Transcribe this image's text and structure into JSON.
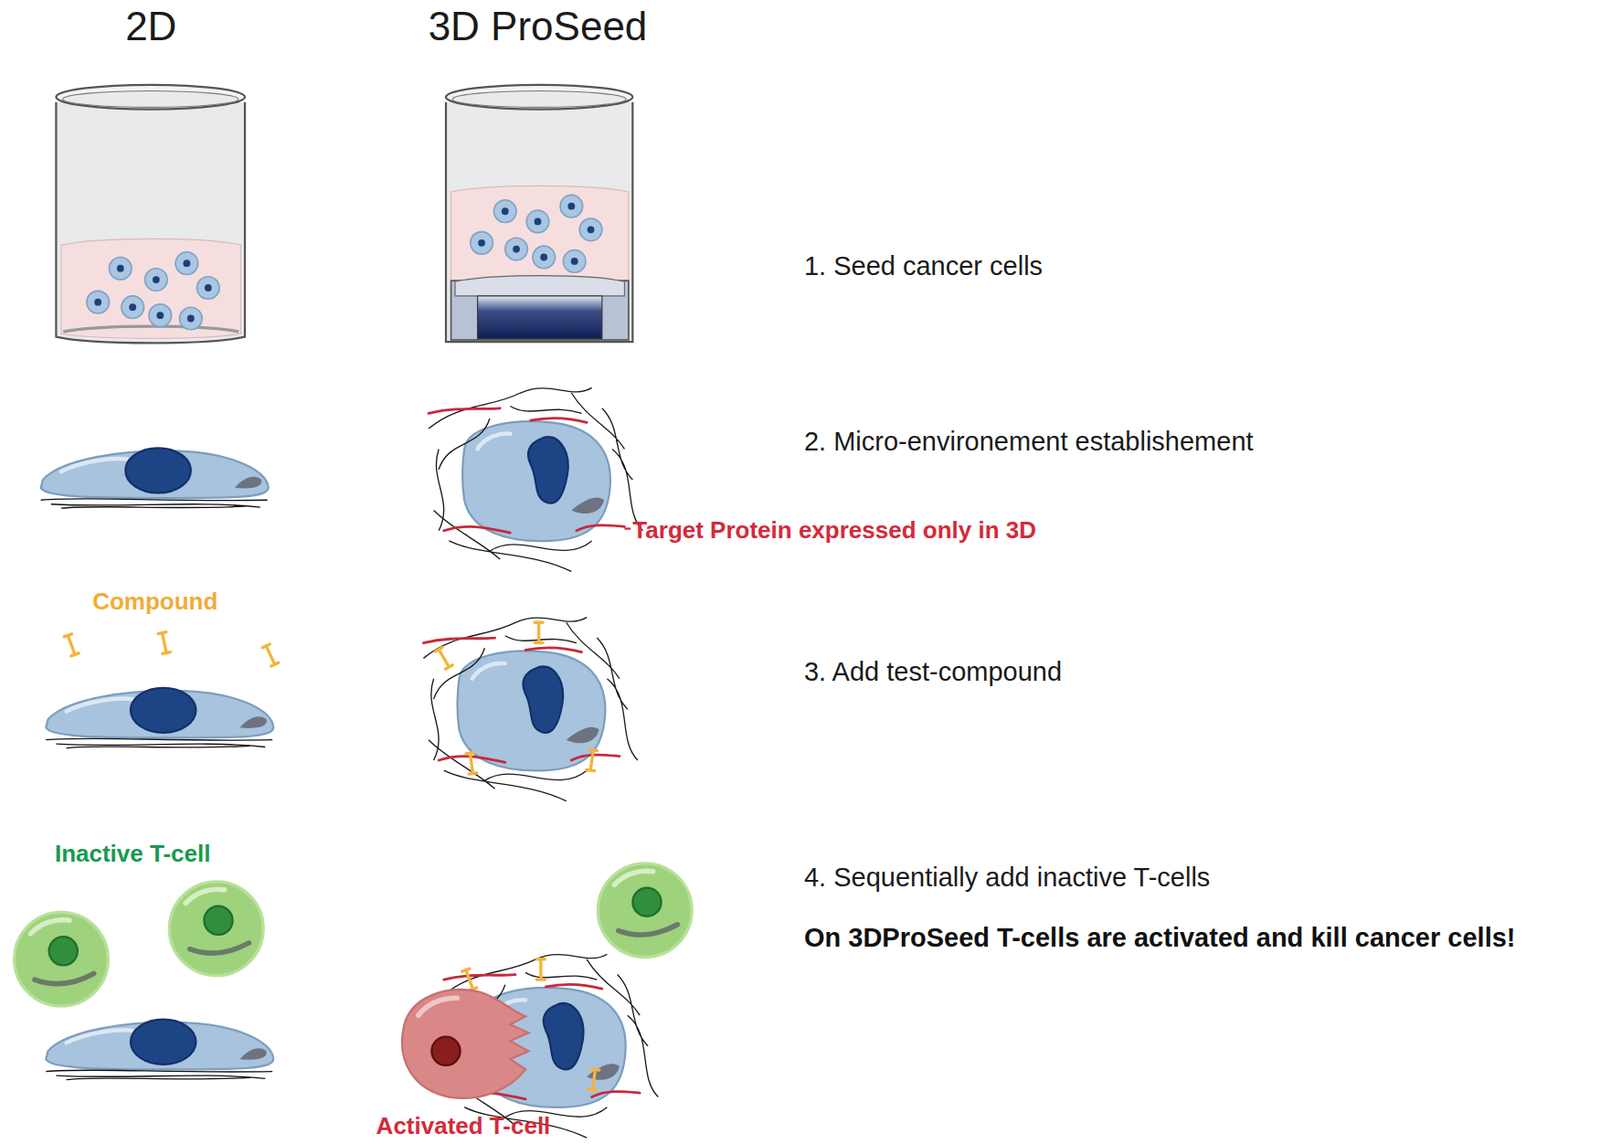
{
  "diagram": {
    "labels": [
      "2D",
      "3D ProSeed",
      "1. Seed cancer cells",
      "2. Micro-environement establishement",
      "Target Protein expressed only in 3D",
      "Compound",
      "3. Add test-compound",
      "Inactive T-cell",
      "4. Sequentially add inactive T-cells",
      "On 3DProSeed T-cells are activated and kill cancer cells!",
      "Activated T-cell"
    ]
  }
}
